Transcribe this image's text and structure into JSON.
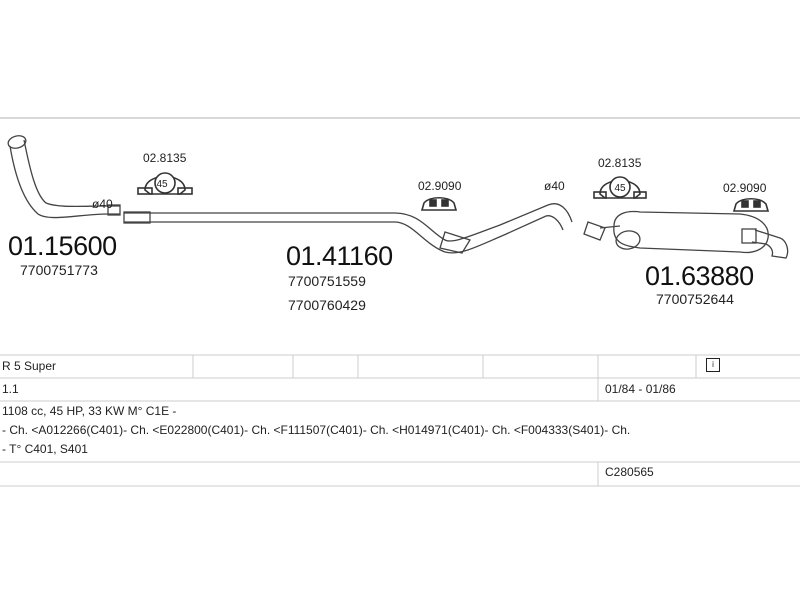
{
  "parts": [
    {
      "number": "01.15600",
      "oe": "7700751773"
    },
    {
      "number": "01.41160",
      "oe": "7700751559",
      "oe2": "7700760429"
    },
    {
      "number": "01.63880",
      "oe": "7700752644"
    }
  ],
  "clamps": [
    {
      "number": "02.8135",
      "badge": "45"
    },
    {
      "number": "02.9090"
    },
    {
      "number": "02.8135",
      "badge": "45"
    },
    {
      "number": "02.9090"
    }
  ],
  "diameters": [
    "ø40",
    "ø40"
  ],
  "info": {
    "model": "R 5 Super",
    "engine": "1.1",
    "years": "01/84 - 01/86",
    "spec": "1108 cc, 45 HP, 33 KW M° C1E -",
    "chassis": "- Ch. <A012266(C401)- Ch. <E022800(C401)- Ch. <F111507(C401)- Ch. <H014971(C401)- Ch. <F004333(S401)- Ch.",
    "types": "- T° C401, S401",
    "code": "C280565"
  },
  "colors": {
    "line": "#555555",
    "grid": "#cccccc"
  },
  "icons": [
    "clamp-icon",
    "rubber-mount-icon",
    "document-icon"
  ]
}
